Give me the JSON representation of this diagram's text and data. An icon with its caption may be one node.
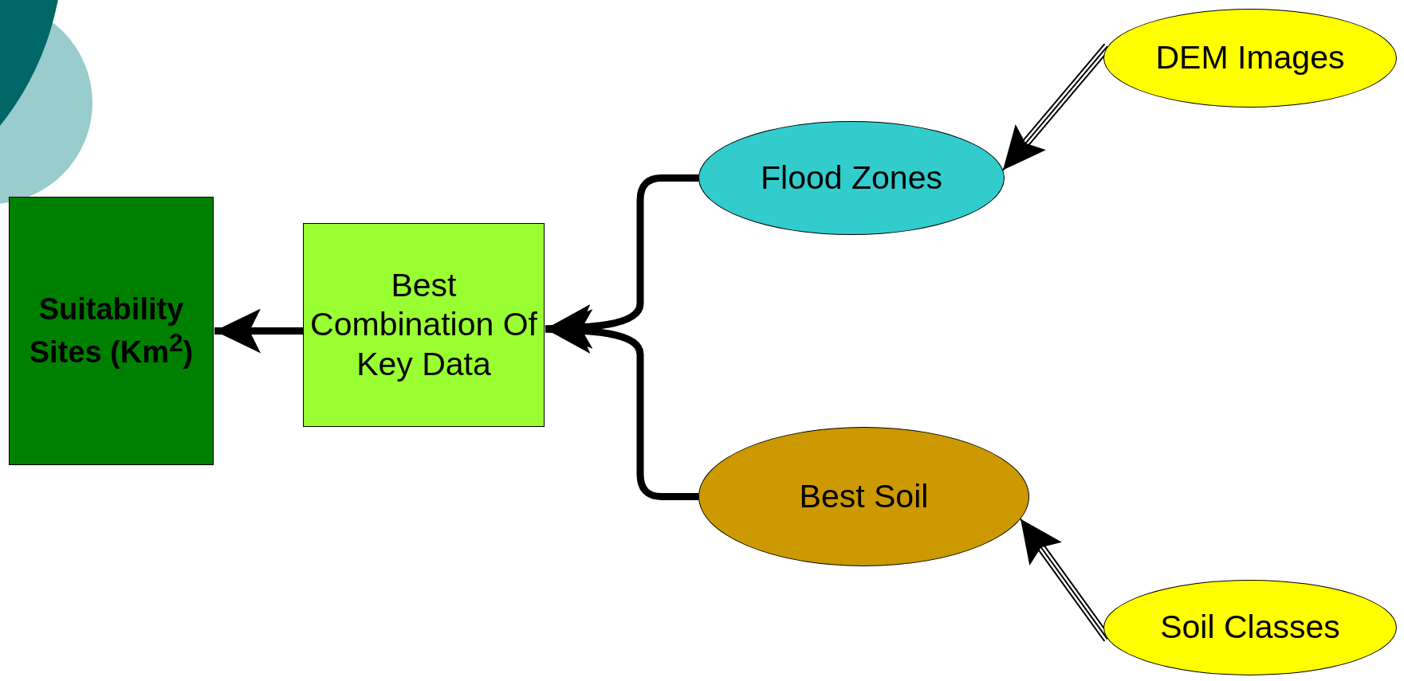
{
  "diagram": {
    "nodes": [
      {
        "text": [
          "Suitability Sites (Km$^{2}$)"
        ]
      },
      {
        "text": [
          "Best Combination Of Key Data"
        ]
      },
      {
        "text": [
          "Flood Zones"
        ]
      },
      {
        "text": [
          "Best Soil"
        ]
      },
      {
        "text": [
          "DEM Images"
        ]
      },
      {
        "text": [
          "Soil Classes"
        ]
      }
    ],
    "edges": [
      {
        "from": 1,
        "to": 0,
        "arrow": "to"
      },
      {
        "from": 2,
        "to": 1,
        "arrow": "to"
      },
      {
        "from": 3,
        "to": 1,
        "arrow": "to"
      },
      {
        "from": 4,
        "to": 2,
        "arrow": "to"
      },
      {
        "from": 5,
        "to": 3,
        "arrow": "to"
      }
    ]
  }
}
